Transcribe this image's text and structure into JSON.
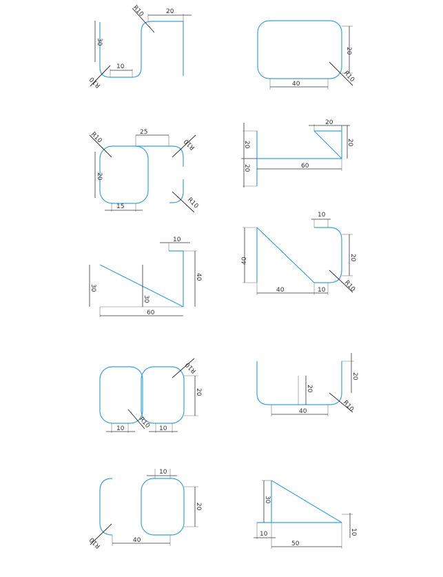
{
  "sheet": {
    "figures": [
      {
        "id": "s-hook",
        "dims": [
          "R10",
          "20",
          "30",
          "10",
          "R10"
        ]
      },
      {
        "id": "rounded-rect",
        "dims": [
          "20",
          "40",
          "R10"
        ]
      },
      {
        "id": "two-loops",
        "dims": [
          "R10",
          "25",
          "R10",
          "20",
          "15",
          "R10"
        ]
      },
      {
        "id": "angle-bracket",
        "dims": [
          "20",
          "20",
          "20",
          "20",
          "60"
        ]
      },
      {
        "id": "slope-post",
        "dims": [
          "10",
          "40",
          "30",
          "30",
          "60"
        ]
      },
      {
        "id": "diag-hook",
        "dims": [
          "10",
          "40",
          "20",
          "40",
          "10",
          "R10"
        ]
      },
      {
        "id": "double-box",
        "dims": [
          "R10",
          "20",
          "10",
          "R10",
          "10"
        ]
      },
      {
        "id": "u-channel",
        "dims": [
          "20",
          "20",
          "40",
          "R10"
        ]
      },
      {
        "id": "c-and-box",
        "dims": [
          "10",
          "20",
          "R10",
          "40"
        ]
      },
      {
        "id": "triangle",
        "dims": [
          "30",
          "10",
          "10",
          "50"
        ]
      }
    ]
  },
  "colors": {
    "geometry": "#3aa0dc",
    "dimension": "#333333"
  }
}
